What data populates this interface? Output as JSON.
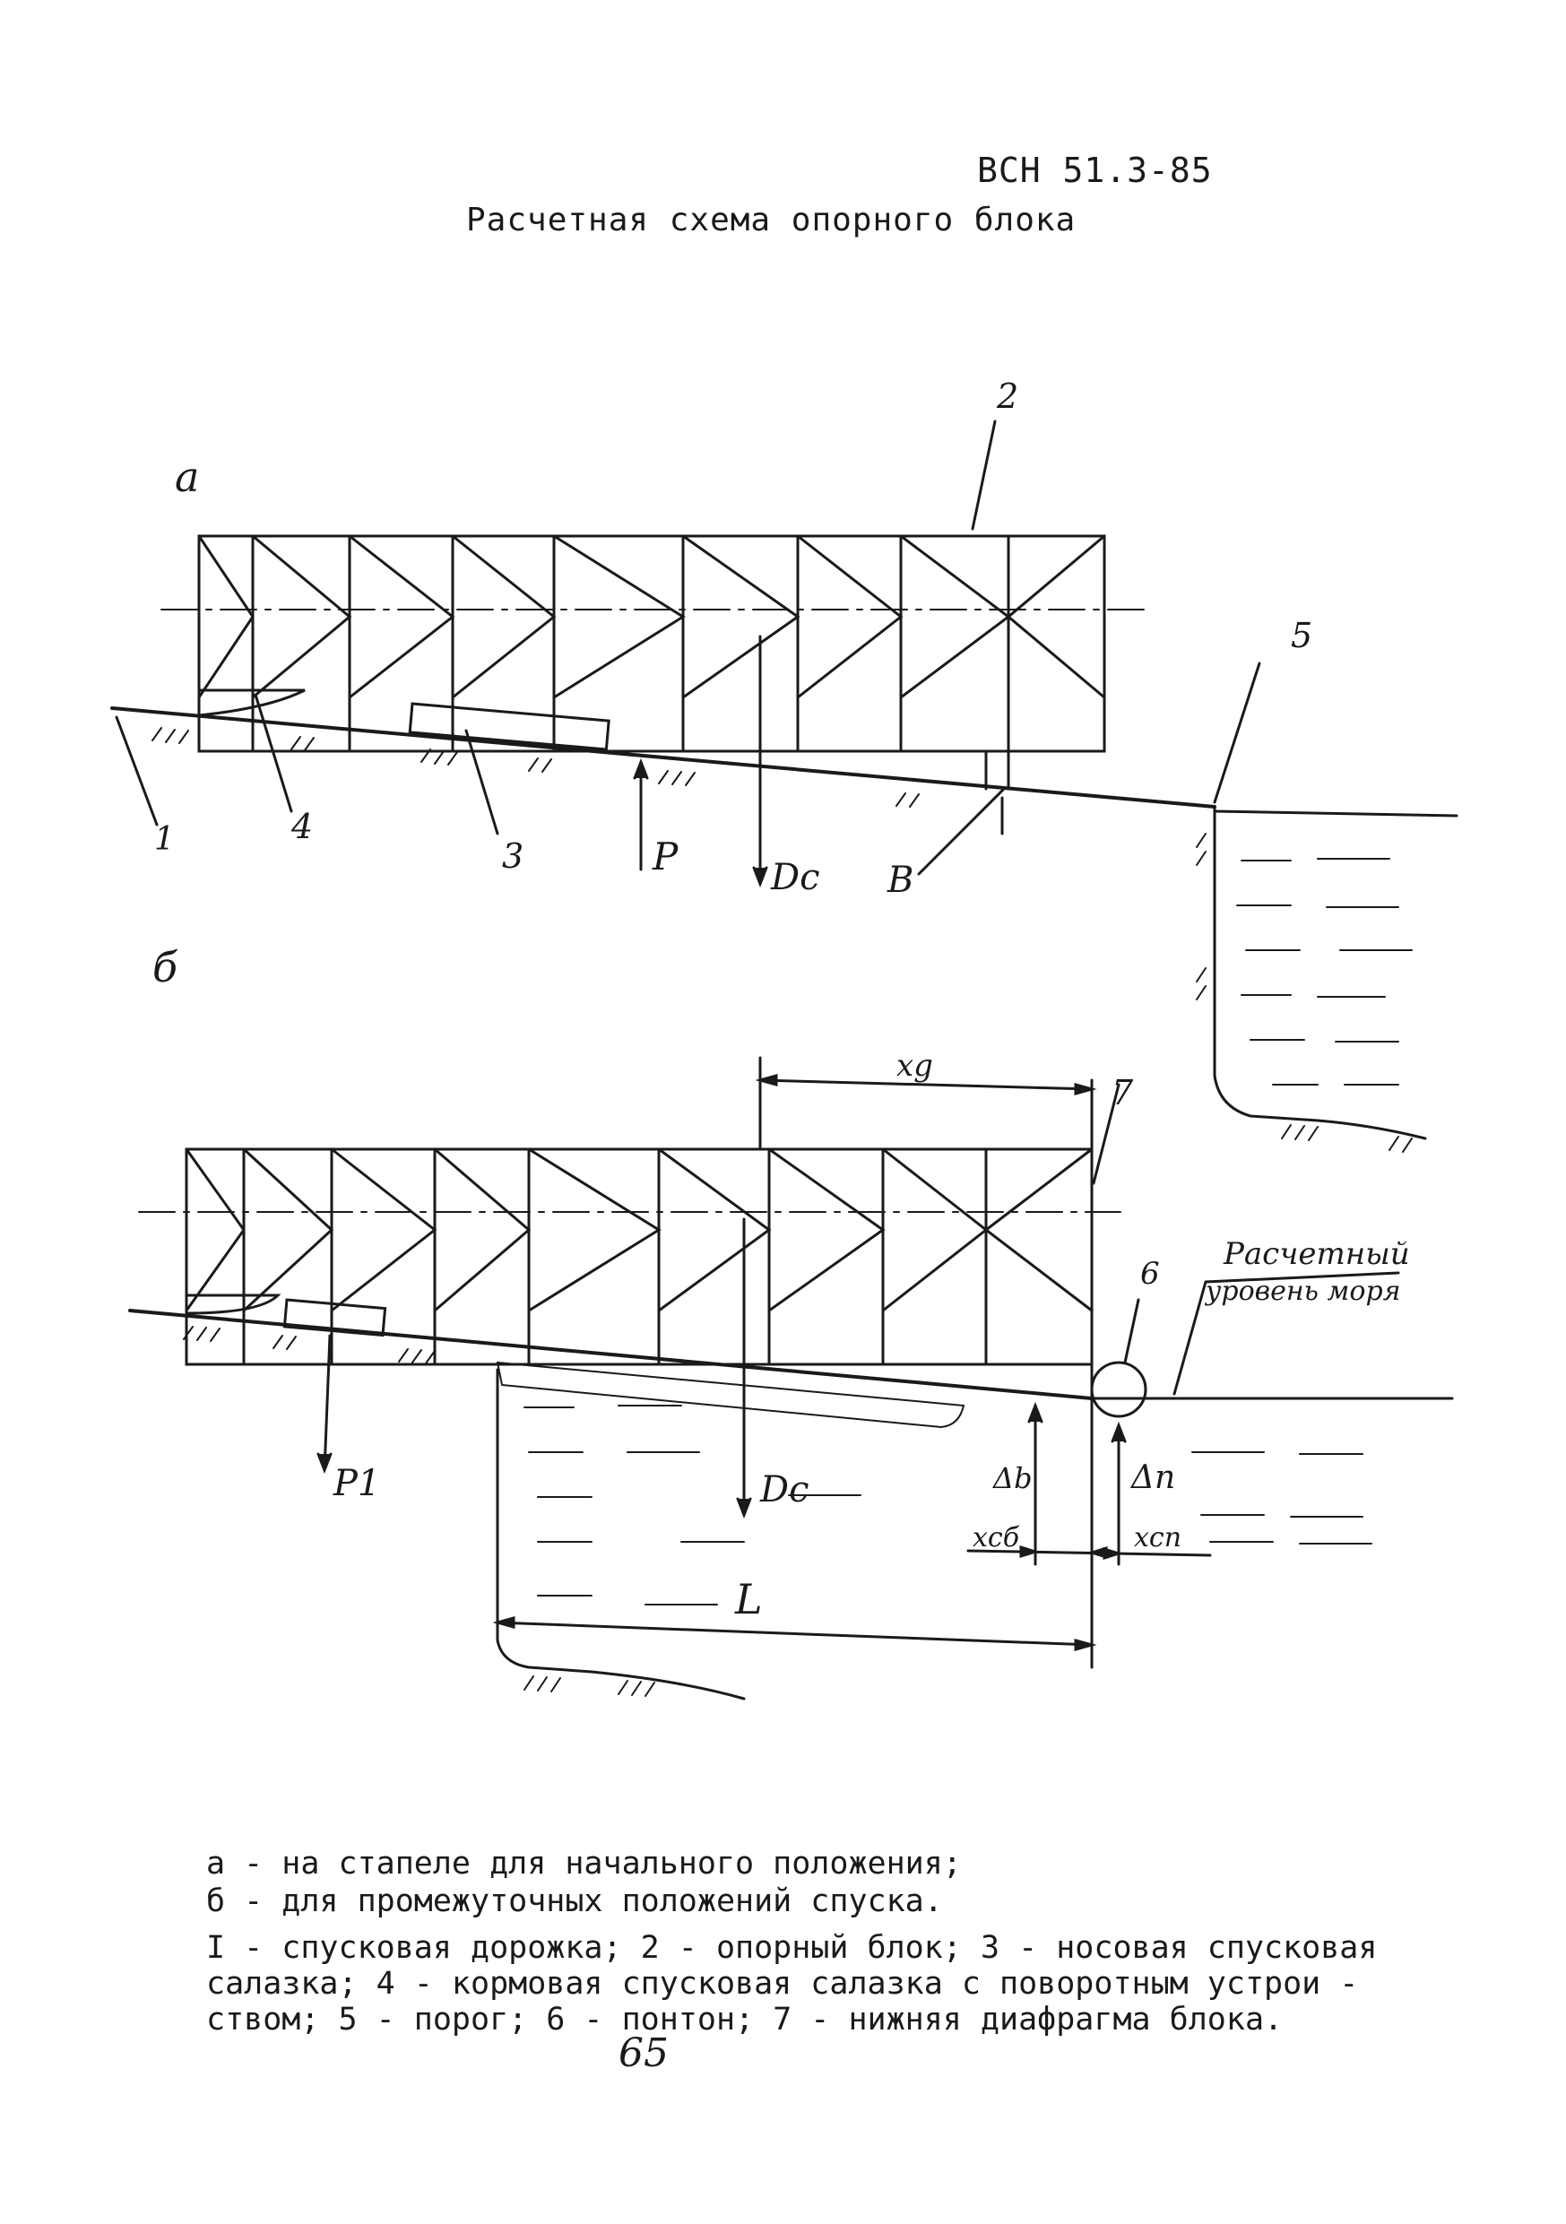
{
  "header": {
    "doc_code": "ВСН 51.3-85",
    "title": "Расчетная схема опорного блока"
  },
  "figure": {
    "panel_a_label": "а",
    "panel_b_label": "б",
    "labels_a": {
      "n1": "1",
      "n2": "2",
      "n3": "3",
      "n4": "4",
      "n5": "5",
      "P": "P",
      "Dc": "Dc",
      "B": "B"
    },
    "labels_b": {
      "n6": "6",
      "n7": "7",
      "xg": "xg",
      "P1": "P1",
      "Dc": "Dc",
      "delta_b": "Δb",
      "delta_n": "Δn",
      "x_cb": "xсб",
      "x_cn": "xсп",
      "L": "L",
      "water_level_line1": "Расчетный",
      "water_level_line2": "уровень моря"
    }
  },
  "caption": {
    "line_a": "а - на стапеле для начального положения;",
    "line_b": "б - для промежуточных положений спуска.",
    "legend_1": "I - спусковая дорожка; 2 - опорный блок; 3 - носовая спусковая",
    "legend_2": "салазка; 4 - кормовая спусковая салазка с поворотным устрои -",
    "legend_3": "ством; 5 - порог; 6 - понтон; 7 - нижняя диафрагма блока."
  },
  "page_number": "65"
}
